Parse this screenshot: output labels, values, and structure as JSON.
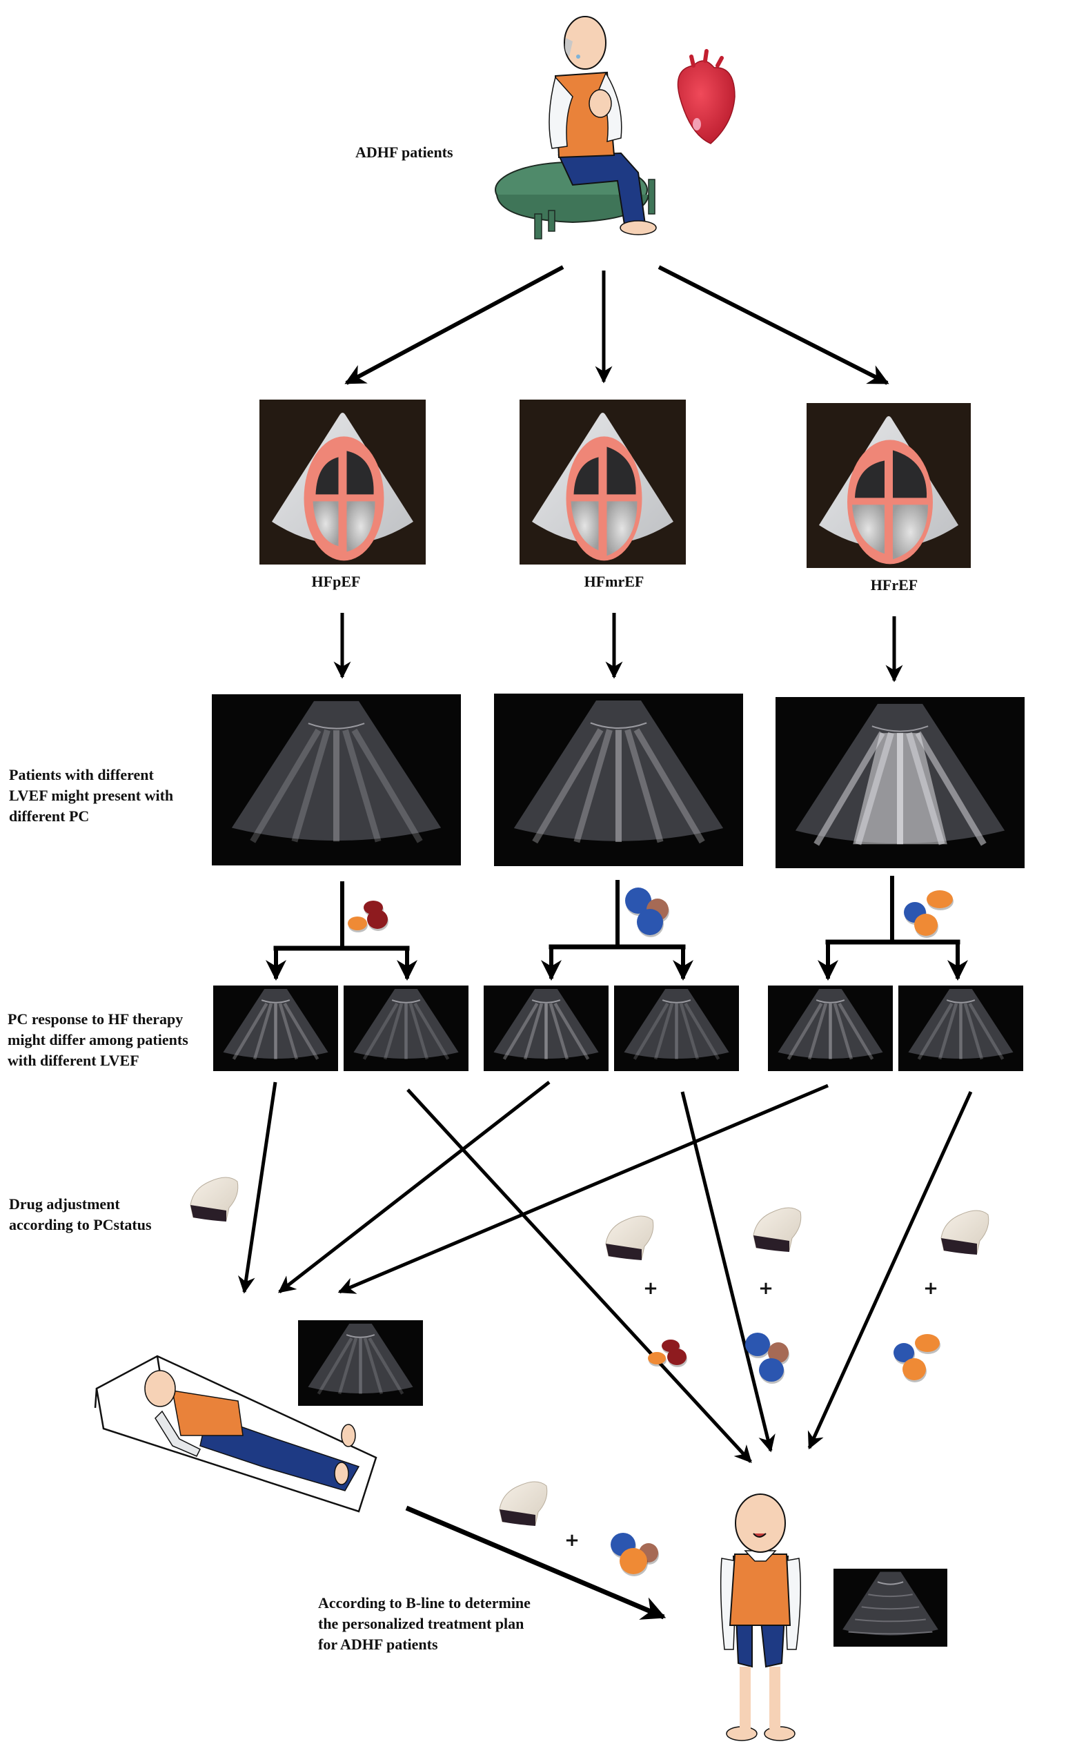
{
  "figure": {
    "title_label": "ADHF patients",
    "ef_groups": [
      {
        "label": "HFpEF",
        "bline_intensity": "moderate",
        "drug_colors": [
          "#8e1b1f",
          "#ef8a35",
          "#8e1b1f"
        ]
      },
      {
        "label": "HFmrEF",
        "bline_intensity": "marked",
        "drug_colors": [
          "#2b56b0",
          "#a66a55",
          "#2b56b0"
        ]
      },
      {
        "label": "HFrEF",
        "bline_intensity": "severe",
        "drug_colors": [
          "#ef8a35",
          "#2b56b0",
          "#ef8a35"
        ]
      }
    ],
    "row_labels": {
      "lvef_pc": "Patients with different\nLVEF might present with\ndifferent PC",
      "pc_response": "PC response to HF therapy\nmight differ among patients\nwith different LVEF",
      "drug_adjustment": "Drug adjustment\naccording to PCstatus",
      "personalized": "According to B-line to determine\nthe personalized treatment plan\nfor ADHF patients"
    },
    "plus_sign": "+",
    "icons": {
      "patient_seated": "sick-elderly-patient-icon",
      "heart": "failing-heart-icon",
      "echo": "apical-four-chamber-echo-icon",
      "lung_us": "lung-ultrasound-b-lines-icon",
      "probe": "ultrasound-probe-icon",
      "pills": "medication-pills-icon",
      "patient_bed": "hospitalized-patient-icon",
      "patient_recovered": "recovered-patient-icon"
    },
    "colors": {
      "arrow": "#000000",
      "echo_bg": "#241a12",
      "echo_sector": "#d7d8da",
      "myocardium": "#ef8677",
      "chamber_dark": "#2a2a2c",
      "vest": "#e9823a",
      "trousers": "#1e3a84",
      "bench": "#4f8a6a",
      "skin": "#f6d2b6",
      "heart_red": "#d6283a"
    }
  }
}
